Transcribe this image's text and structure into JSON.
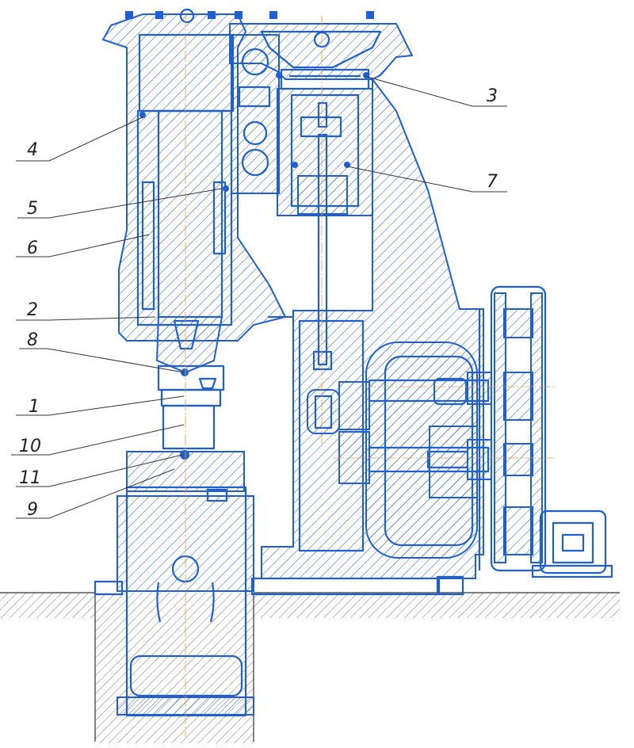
{
  "callouts": [
    {
      "id": "4",
      "label": "4"
    },
    {
      "id": "5",
      "label": "5"
    },
    {
      "id": "6",
      "label": "6"
    },
    {
      "id": "2",
      "label": "2"
    },
    {
      "id": "8",
      "label": "8"
    },
    {
      "id": "1",
      "label": "1"
    },
    {
      "id": "10",
      "label": "10"
    },
    {
      "id": "11",
      "label": "11"
    },
    {
      "id": "9",
      "label": "9"
    },
    {
      "id": "3",
      "label": "3"
    },
    {
      "id": "7",
      "label": "7"
    }
  ],
  "colors": {
    "outline": "#1f5fd1",
    "axis": "#e0a040",
    "leader": "#333333"
  }
}
